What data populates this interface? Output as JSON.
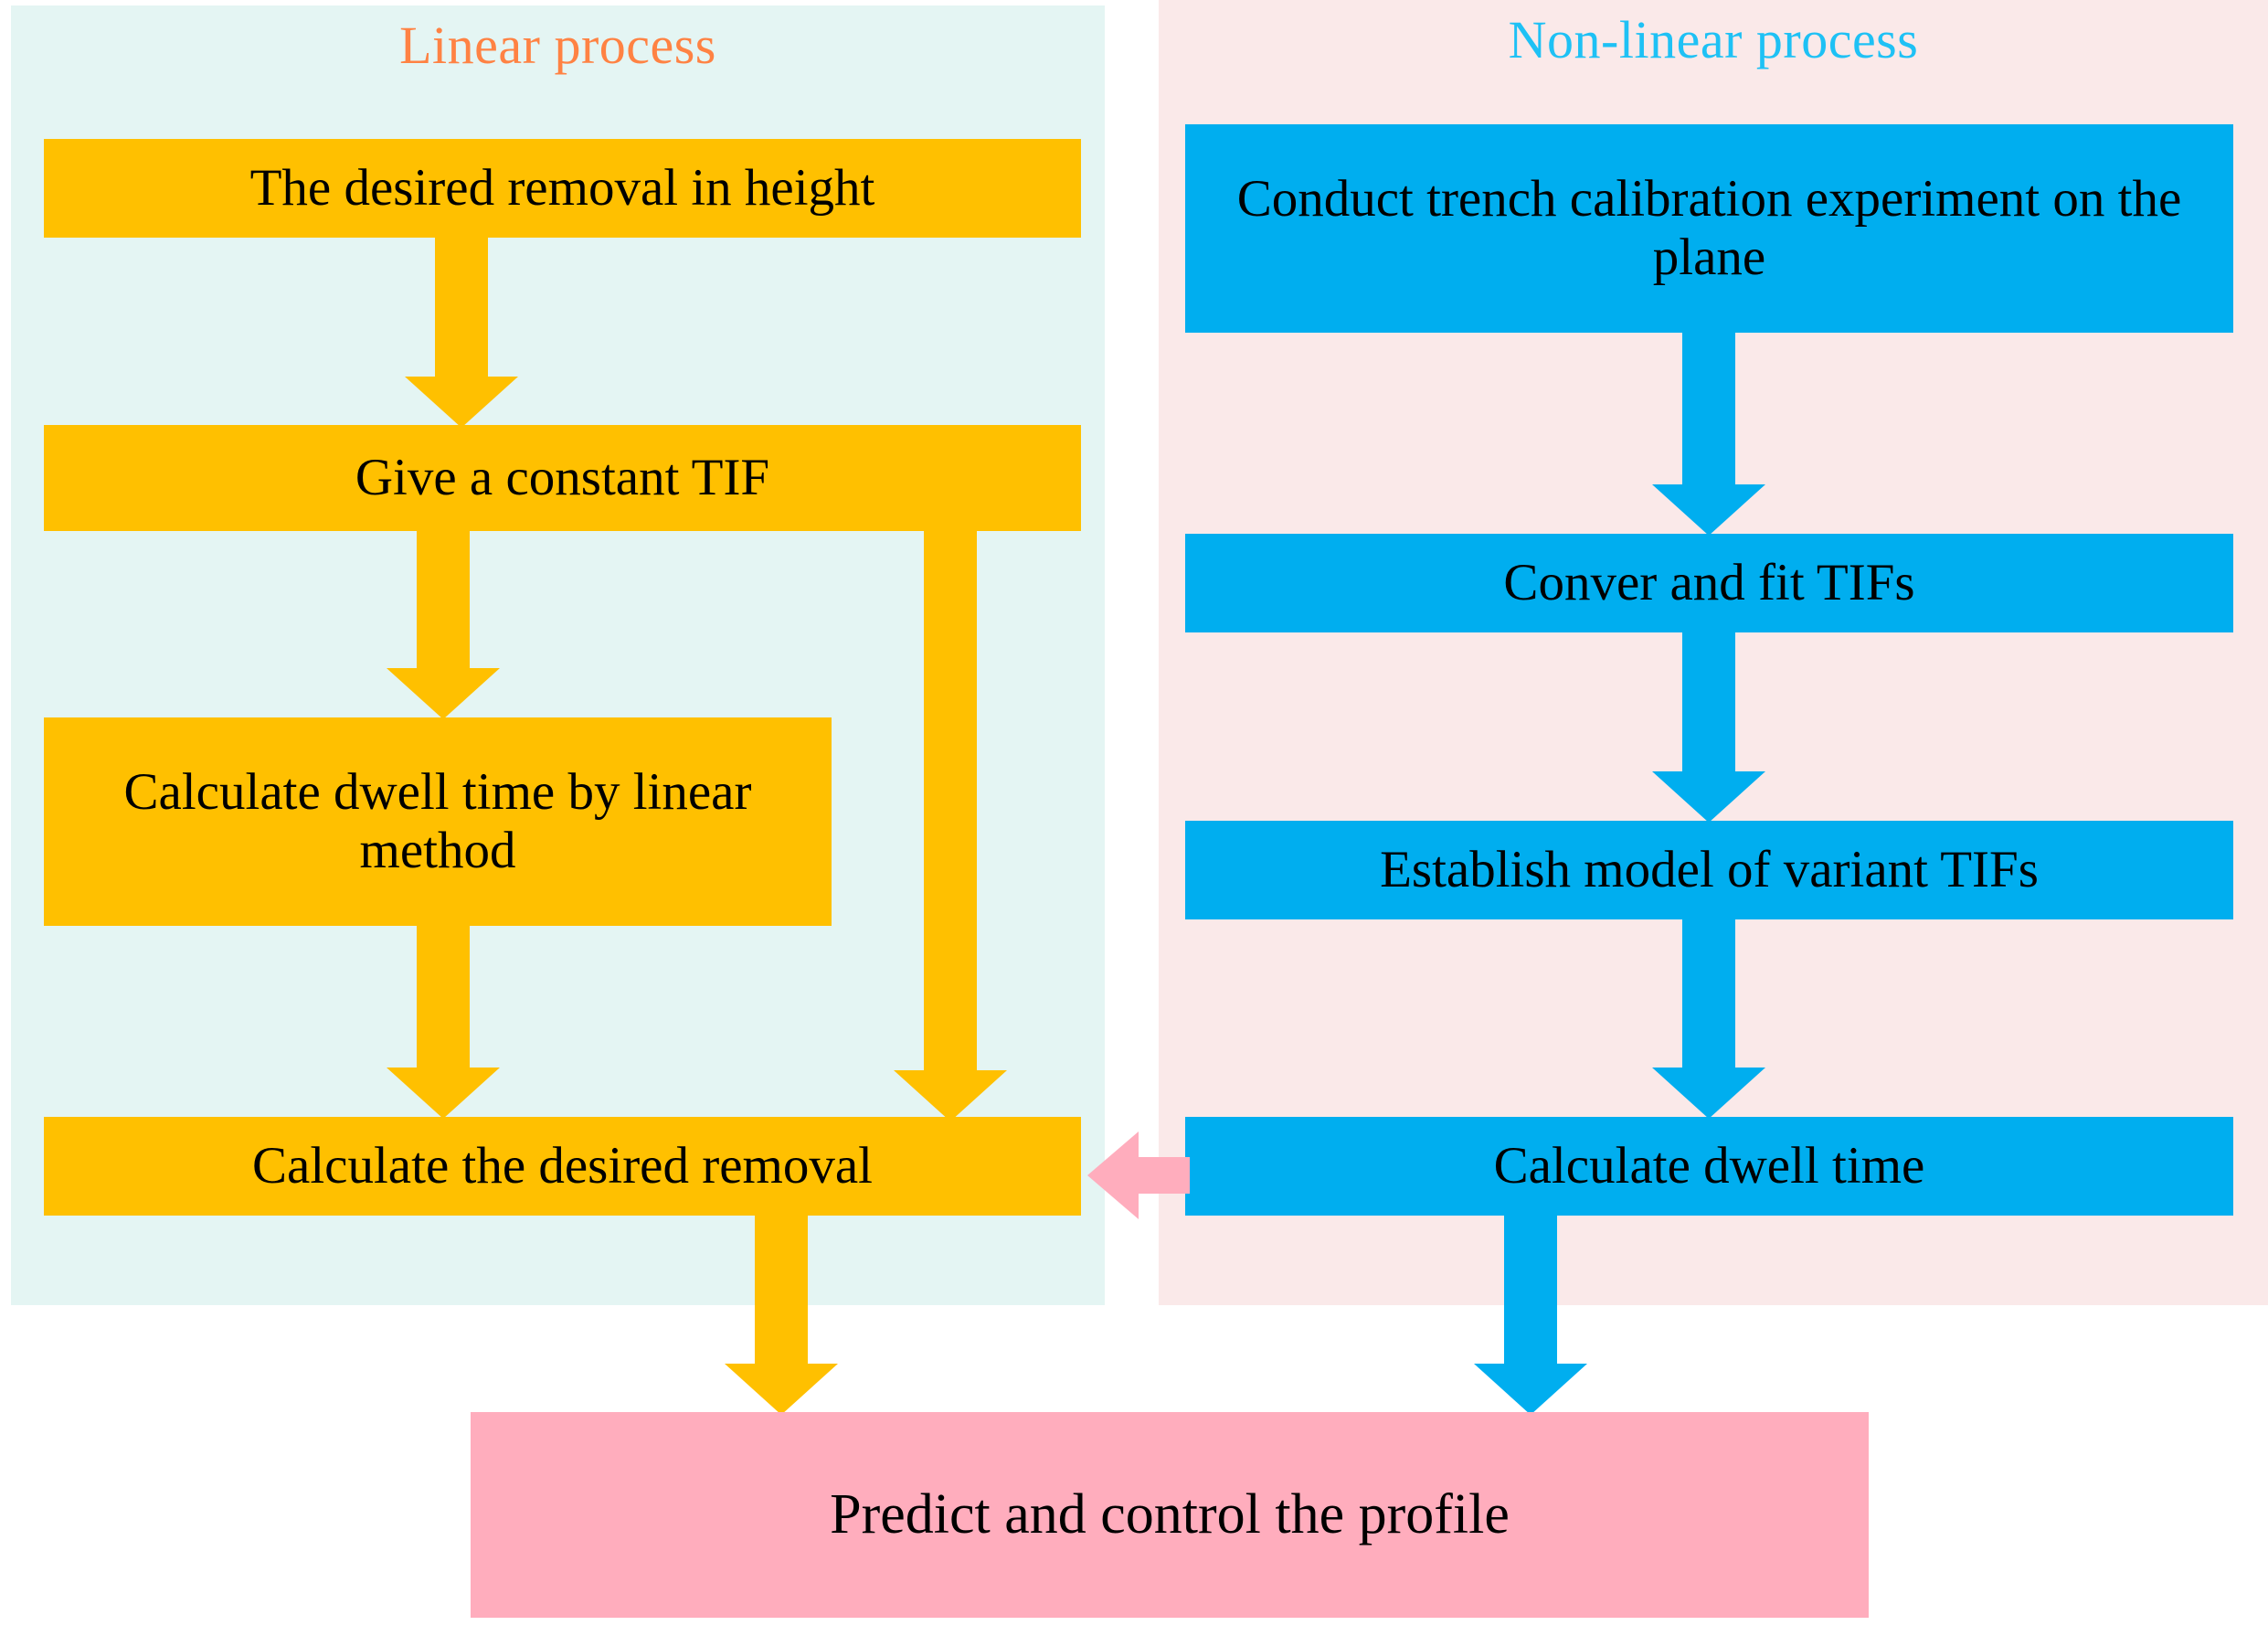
{
  "diagram": {
    "title": "Linear and non-linear dwell time process flowchart",
    "colors": {
      "yellow_box": "#ffc000",
      "blue_box": "#00aeef",
      "pink_box": "#ffadbd",
      "linear_panel_bg": "#e4f5f3",
      "nonlinear_panel_bg": "#fae9e9",
      "linear_title": "#ff8243",
      "nonlinear_title": "#1ec1f5",
      "page_bg": "#ffffff"
    }
  },
  "linear": {
    "title": "Linear process",
    "steps": [
      {
        "id": "l1",
        "label": "The desired removal in height"
      },
      {
        "id": "l2",
        "label": "Give a constant TIF"
      },
      {
        "id": "l3",
        "label": "Calculate dwell time by linear method"
      },
      {
        "id": "l4",
        "label": "Calculate the desired removal"
      }
    ]
  },
  "nonlinear": {
    "title": "Non-linear process",
    "steps": [
      {
        "id": "r1",
        "label": "Conduct trench calibration experiment on the plane"
      },
      {
        "id": "r2",
        "label": "Conver and fit TIFs"
      },
      {
        "id": "r3",
        "label": "Establish model of variant TIFs"
      },
      {
        "id": "r4",
        "label": "Calculate dwell time"
      }
    ]
  },
  "result": {
    "label": "Predict and control the profile"
  },
  "connectors": [
    {
      "id": "arr-l1",
      "from": "l1",
      "to": "l2",
      "direction": "down",
      "color": "#ffc000"
    },
    {
      "id": "arr-l2",
      "from": "l2",
      "to": "l3",
      "direction": "down",
      "color": "#ffc000"
    },
    {
      "id": "arr-branch",
      "from": "l2",
      "to": "l4",
      "direction": "down",
      "color": "#ffc000"
    },
    {
      "id": "arr-l3",
      "from": "l3",
      "to": "l4",
      "direction": "down",
      "color": "#ffc000"
    },
    {
      "id": "arr-l4",
      "from": "l4",
      "to": "result",
      "direction": "down",
      "color": "#ffc000"
    },
    {
      "id": "arr-r1",
      "from": "r1",
      "to": "r2",
      "direction": "down",
      "color": "#00aeef"
    },
    {
      "id": "arr-r2",
      "from": "r2",
      "to": "r3",
      "direction": "down",
      "color": "#00aeef"
    },
    {
      "id": "arr-r3",
      "from": "r3",
      "to": "r4",
      "direction": "down",
      "color": "#00aeef"
    },
    {
      "id": "arr-r4",
      "from": "r4",
      "to": "result",
      "direction": "down",
      "color": "#00aeef"
    },
    {
      "id": "arr-cross",
      "from": "r4",
      "to": "l4",
      "direction": "left",
      "color": "#ffadbd"
    }
  ]
}
